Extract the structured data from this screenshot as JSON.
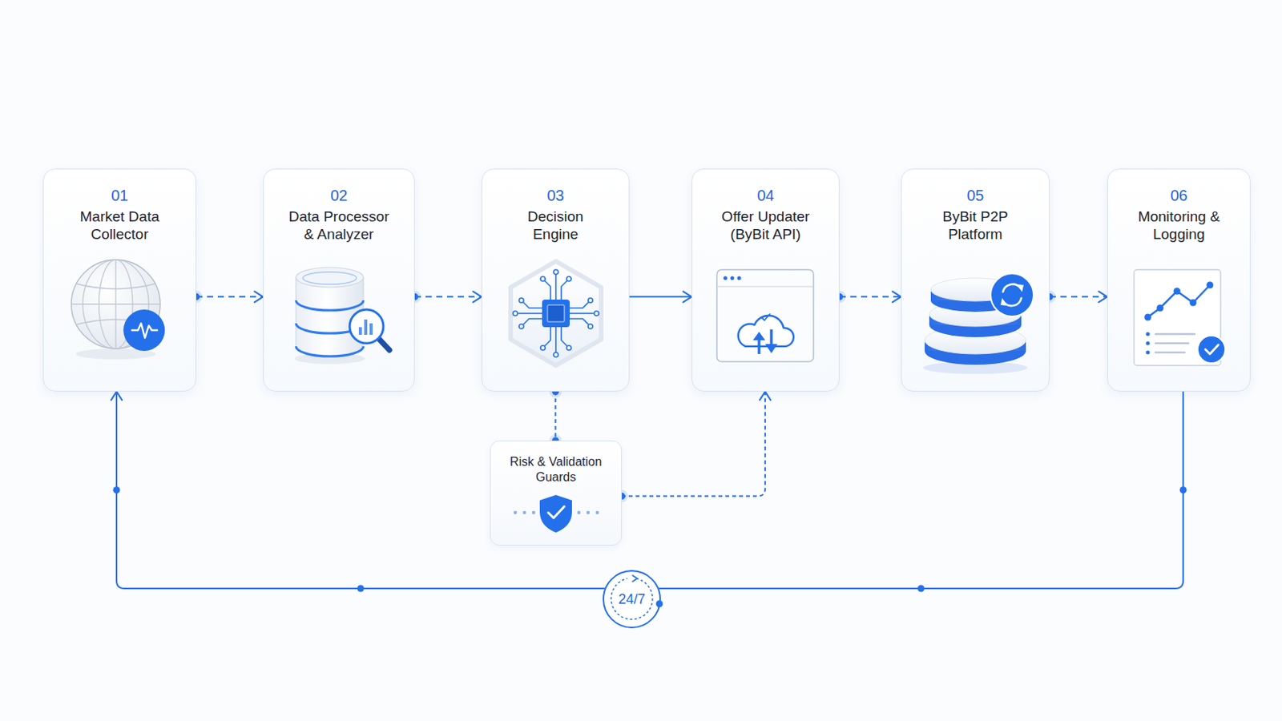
{
  "diagram": {
    "nodes": [
      {
        "text": [
          "01",
          "Market Data Collector"
        ]
      },
      {
        "text": [
          "02",
          "Data Processor & Analyzer"
        ]
      },
      {
        "text": [
          "03",
          "Decision Engine"
        ]
      },
      {
        "text": [
          "04",
          "Offer Updater (ByBit API)"
        ]
      },
      {
        "text": [
          "05",
          "ByBit P2P Platform"
        ]
      },
      {
        "text": [
          "06",
          "Monitoring & Logging"
        ]
      },
      {
        "text": [
          "Risk & Validation Guards"
        ]
      },
      {
        "text": [
          "24/7"
        ]
      }
    ],
    "edges": [
      {
        "from": 0,
        "to": 1,
        "arrow": "to"
      },
      {
        "from": 1,
        "to": 2,
        "arrow": "to"
      },
      {
        "from": 2,
        "to": 3,
        "arrow": "to"
      },
      {
        "from": 3,
        "to": 4,
        "arrow": "to"
      },
      {
        "from": 4,
        "to": 5,
        "arrow": "to"
      },
      {
        "from": 2,
        "to": 6,
        "arrow": "none"
      },
      {
        "from": 6,
        "to": 3,
        "arrow": "to"
      },
      {
        "from": 5,
        "to": 7,
        "arrow": "none"
      },
      {
        "from": 7,
        "to": 0,
        "arrow": "to"
      }
    ]
  }
}
